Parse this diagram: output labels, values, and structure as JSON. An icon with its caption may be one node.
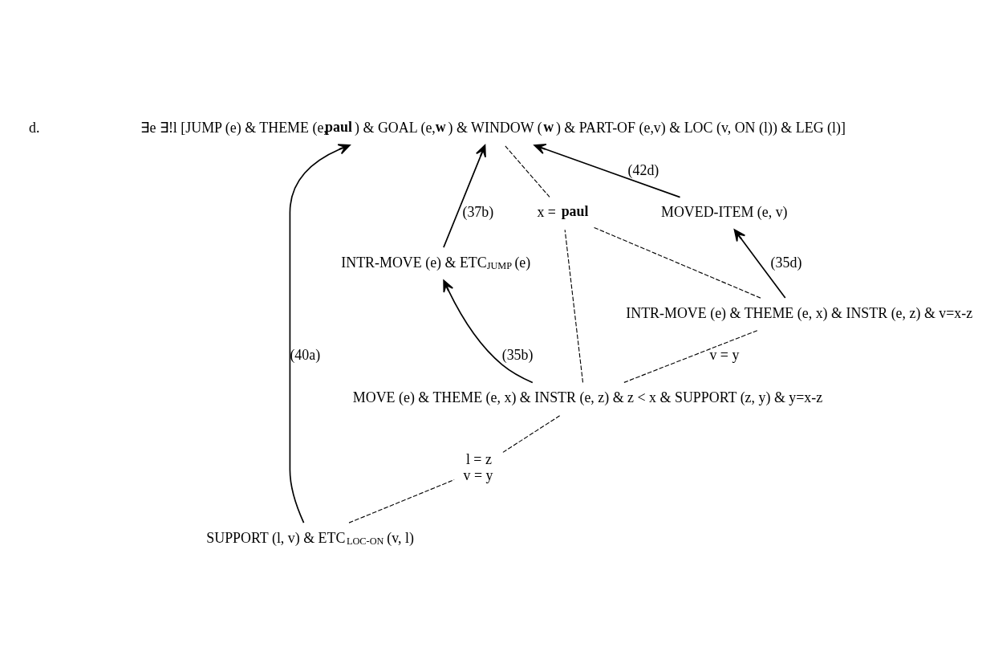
{
  "diagram": {
    "nodes": [
      {
        "text": [
          "∃e ∃!l [JUMP (e) & THEME (e,**paul**) & GOAL (e,**w**) & WINDOW (**w**) & PART-OF (e,v) & LOC (v, ON (l)) & LEG (l)]"
        ]
      },
      {
        "text": [
          "INTR-MOVE (e) & ETC$_{JUMP}$ (e)"
        ]
      },
      {
        "text": [
          "x = **paul**"
        ]
      },
      {
        "text": [
          "MOVED-ITEM (e, v)"
        ]
      },
      {
        "text": [
          "INTR-MOVE (e) & THEME (e, x) & INSTR (e, z) & v=x-z"
        ]
      },
      {
        "text": [
          "MOVE (e) & THEME (e, x) & INSTR (e, z) & z < x & SUPPORT (z, y) & y=x-z"
        ]
      },
      {
        "text": [
          "l = z",
          "v = y"
        ]
      },
      {
        "text": [
          "SUPPORT (l, v) & ETC$_{LOC-ON}$ (v, l)"
        ]
      }
    ],
    "edges": [
      {
        "from": 1,
        "to": 0,
        "arrow": "to",
        "label": "(37b)"
      },
      {
        "from": 3,
        "to": 0,
        "arrow": "to",
        "label": "(42d)"
      },
      {
        "from": 7,
        "to": 0,
        "arrow": "to",
        "label": "(40a)"
      },
      {
        "from": 5,
        "to": 1,
        "arrow": "to",
        "label": "(35b)"
      },
      {
        "from": 4,
        "to": 3,
        "arrow": "to",
        "label": "(35d)"
      },
      {
        "from": 2,
        "to": 0,
        "arrow": "none",
        "style": "dashed"
      },
      {
        "from": 4,
        "to": 2,
        "arrow": "none",
        "style": "dashed"
      },
      {
        "from": 5,
        "to": 2,
        "arrow": "none",
        "style": "dashed"
      },
      {
        "from": 5,
        "to": 4,
        "arrow": "none",
        "style": "dashed",
        "label": "v = y"
      },
      {
        "from": 6,
        "to": 5,
        "arrow": "none",
        "style": "dashed"
      },
      {
        "from": 7,
        "to": 6,
        "arrow": "none",
        "style": "dashed"
      }
    ],
    "labels": [
      "d."
    ]
  }
}
